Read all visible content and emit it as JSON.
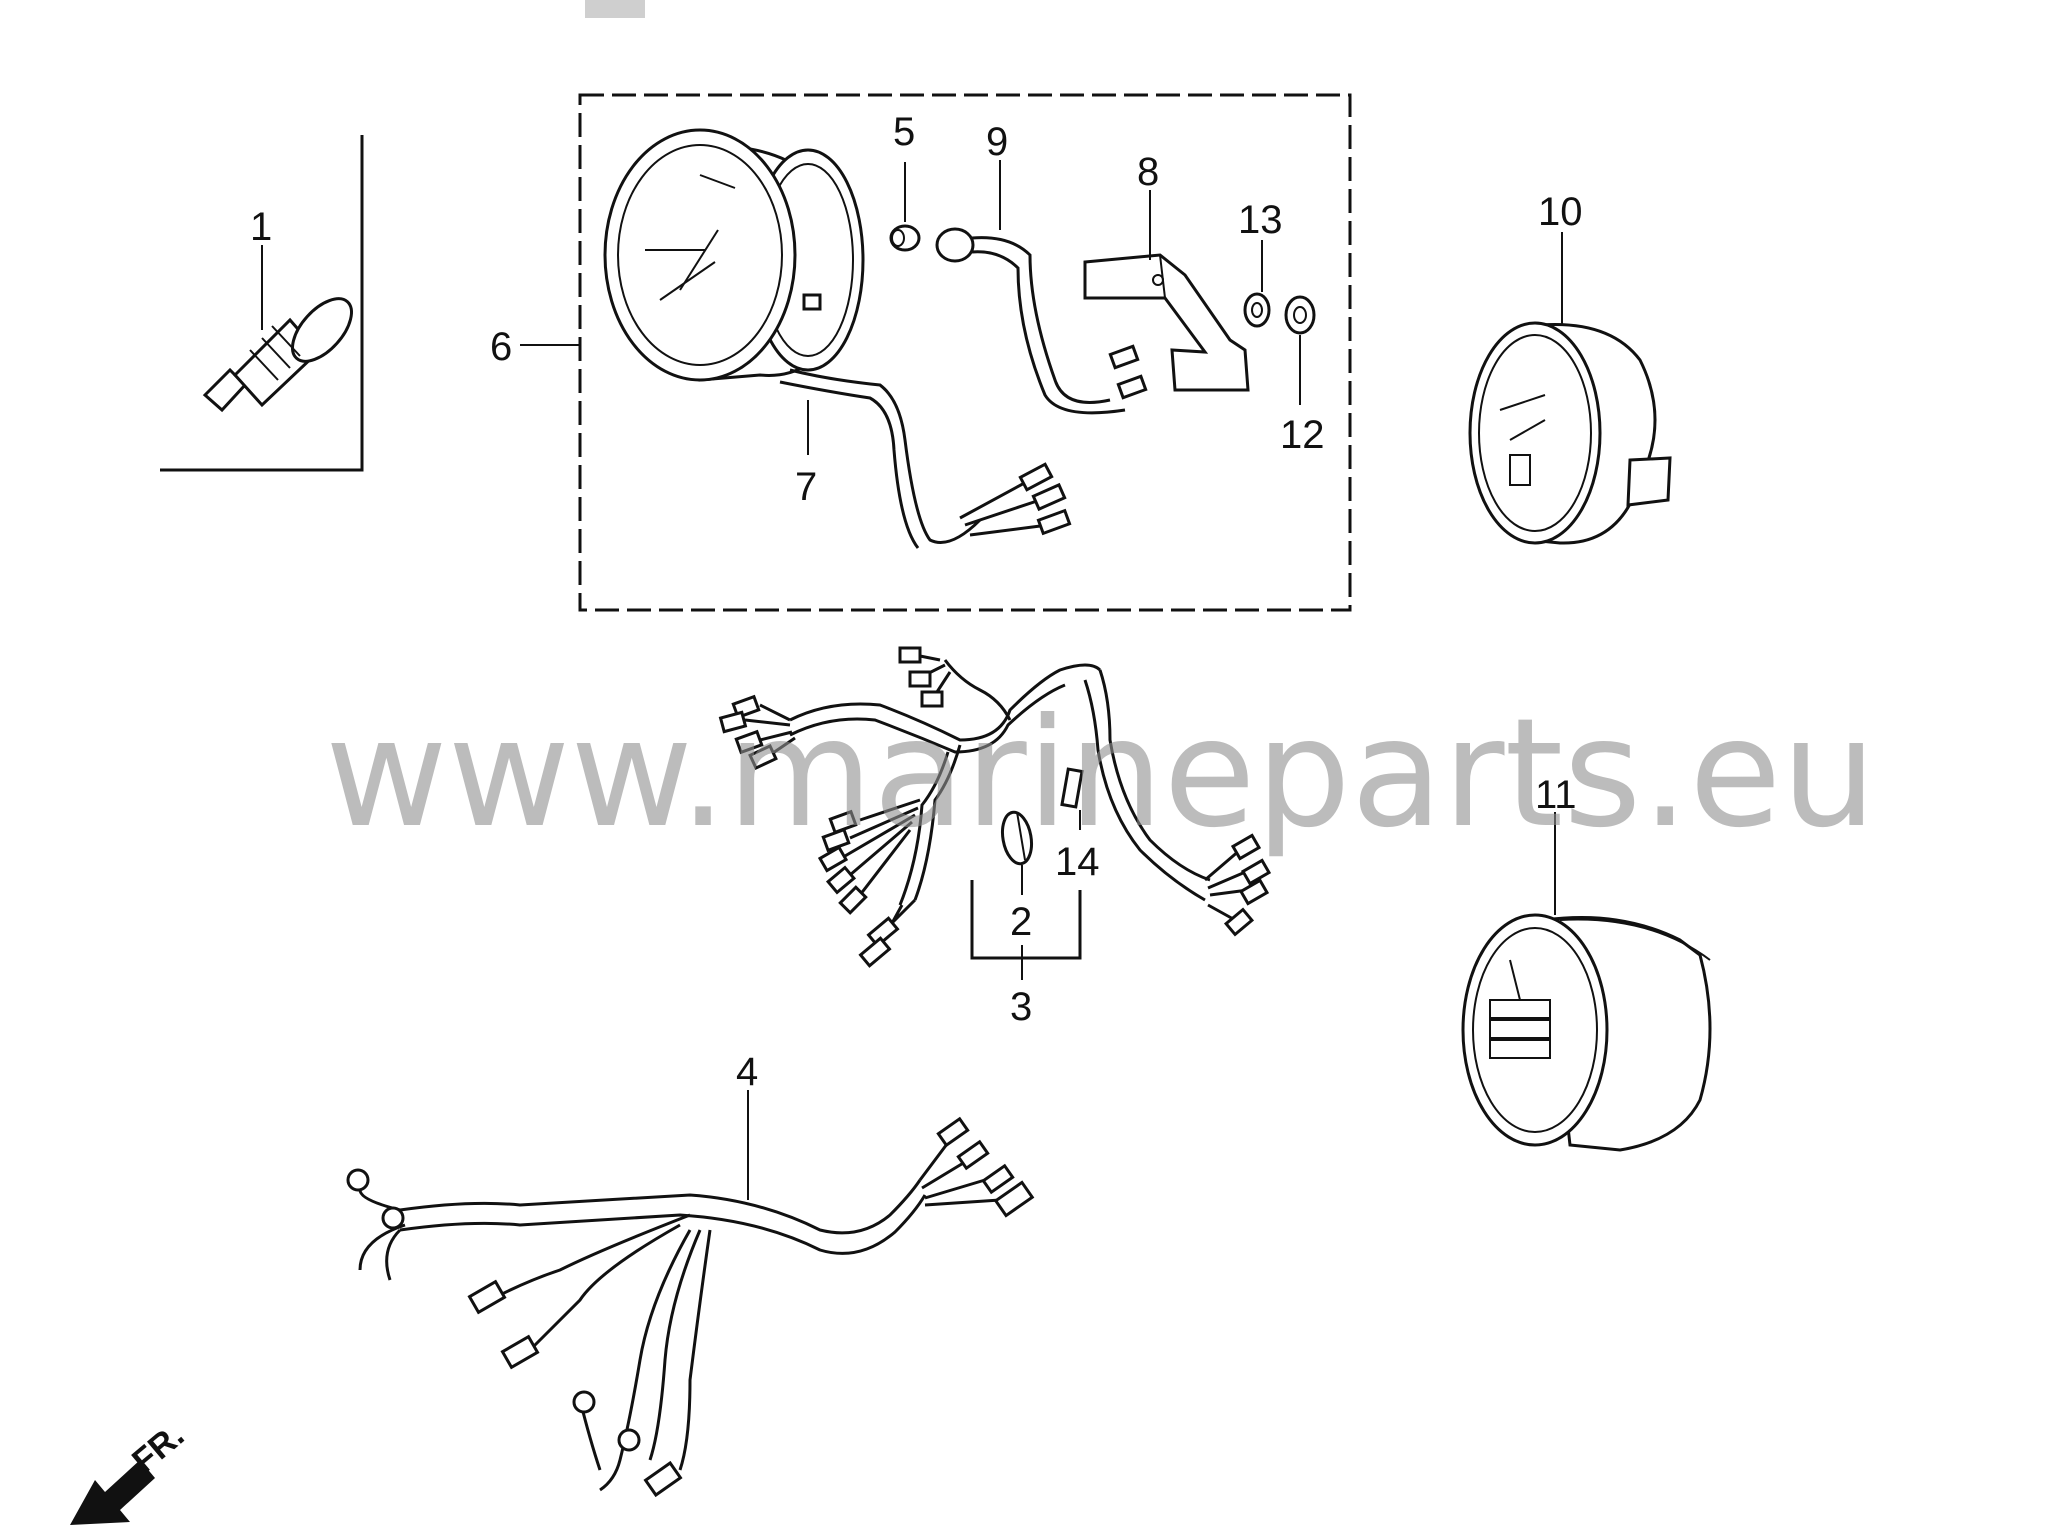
{
  "callouts": {
    "c1": "1",
    "c2": "2",
    "c3": "3",
    "c4": "4",
    "c5": "5",
    "c6": "6",
    "c7": "7",
    "c8": "8",
    "c9": "9",
    "c10": "10",
    "c11": "11",
    "c12": "12",
    "c13": "13",
    "c14": "14"
  },
  "watermark": "www.marineparts.eu",
  "direction_label": "FR.",
  "colors": {
    "line": "#111111",
    "watermark": "#8f8f8f",
    "background": "#ffffff"
  }
}
